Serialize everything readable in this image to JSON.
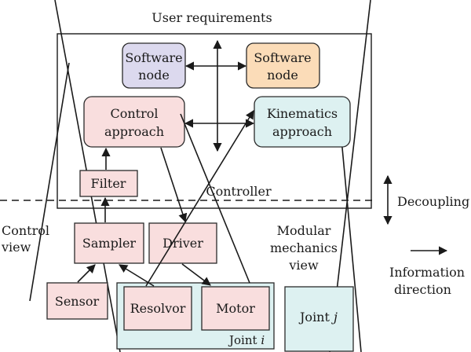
{
  "diagram": {
    "top_label": "User requirements",
    "software_node_left": [
      "Software",
      "node"
    ],
    "software_node_right": [
      "Software",
      "node"
    ],
    "control_approach": [
      "Control",
      "approach"
    ],
    "kinematics_approach": [
      "Kinematics",
      "approach"
    ],
    "filter": "Filter",
    "controller": "Controller",
    "decoupling": "Decoupling",
    "control_view": [
      "Control",
      "view"
    ],
    "sampler": "Sampler",
    "driver": "Driver",
    "modular_mechanics_view": [
      "Modular",
      "mechanics",
      "view"
    ],
    "sensor": "Sensor",
    "resolvor": "Resolvor",
    "motor": "Motor",
    "joint_i": "Joint",
    "joint_i_var": "i",
    "joint_j": "Joint",
    "joint_j_var": "j",
    "information_direction": [
      "Information",
      "direction"
    ]
  },
  "colors": {
    "software_node_left": "#dcd9ee",
    "software_node_right": "#fbdcb8",
    "pink": "#f9dede",
    "cyan": "#ddf1f1",
    "line": "#1a1a1a"
  }
}
